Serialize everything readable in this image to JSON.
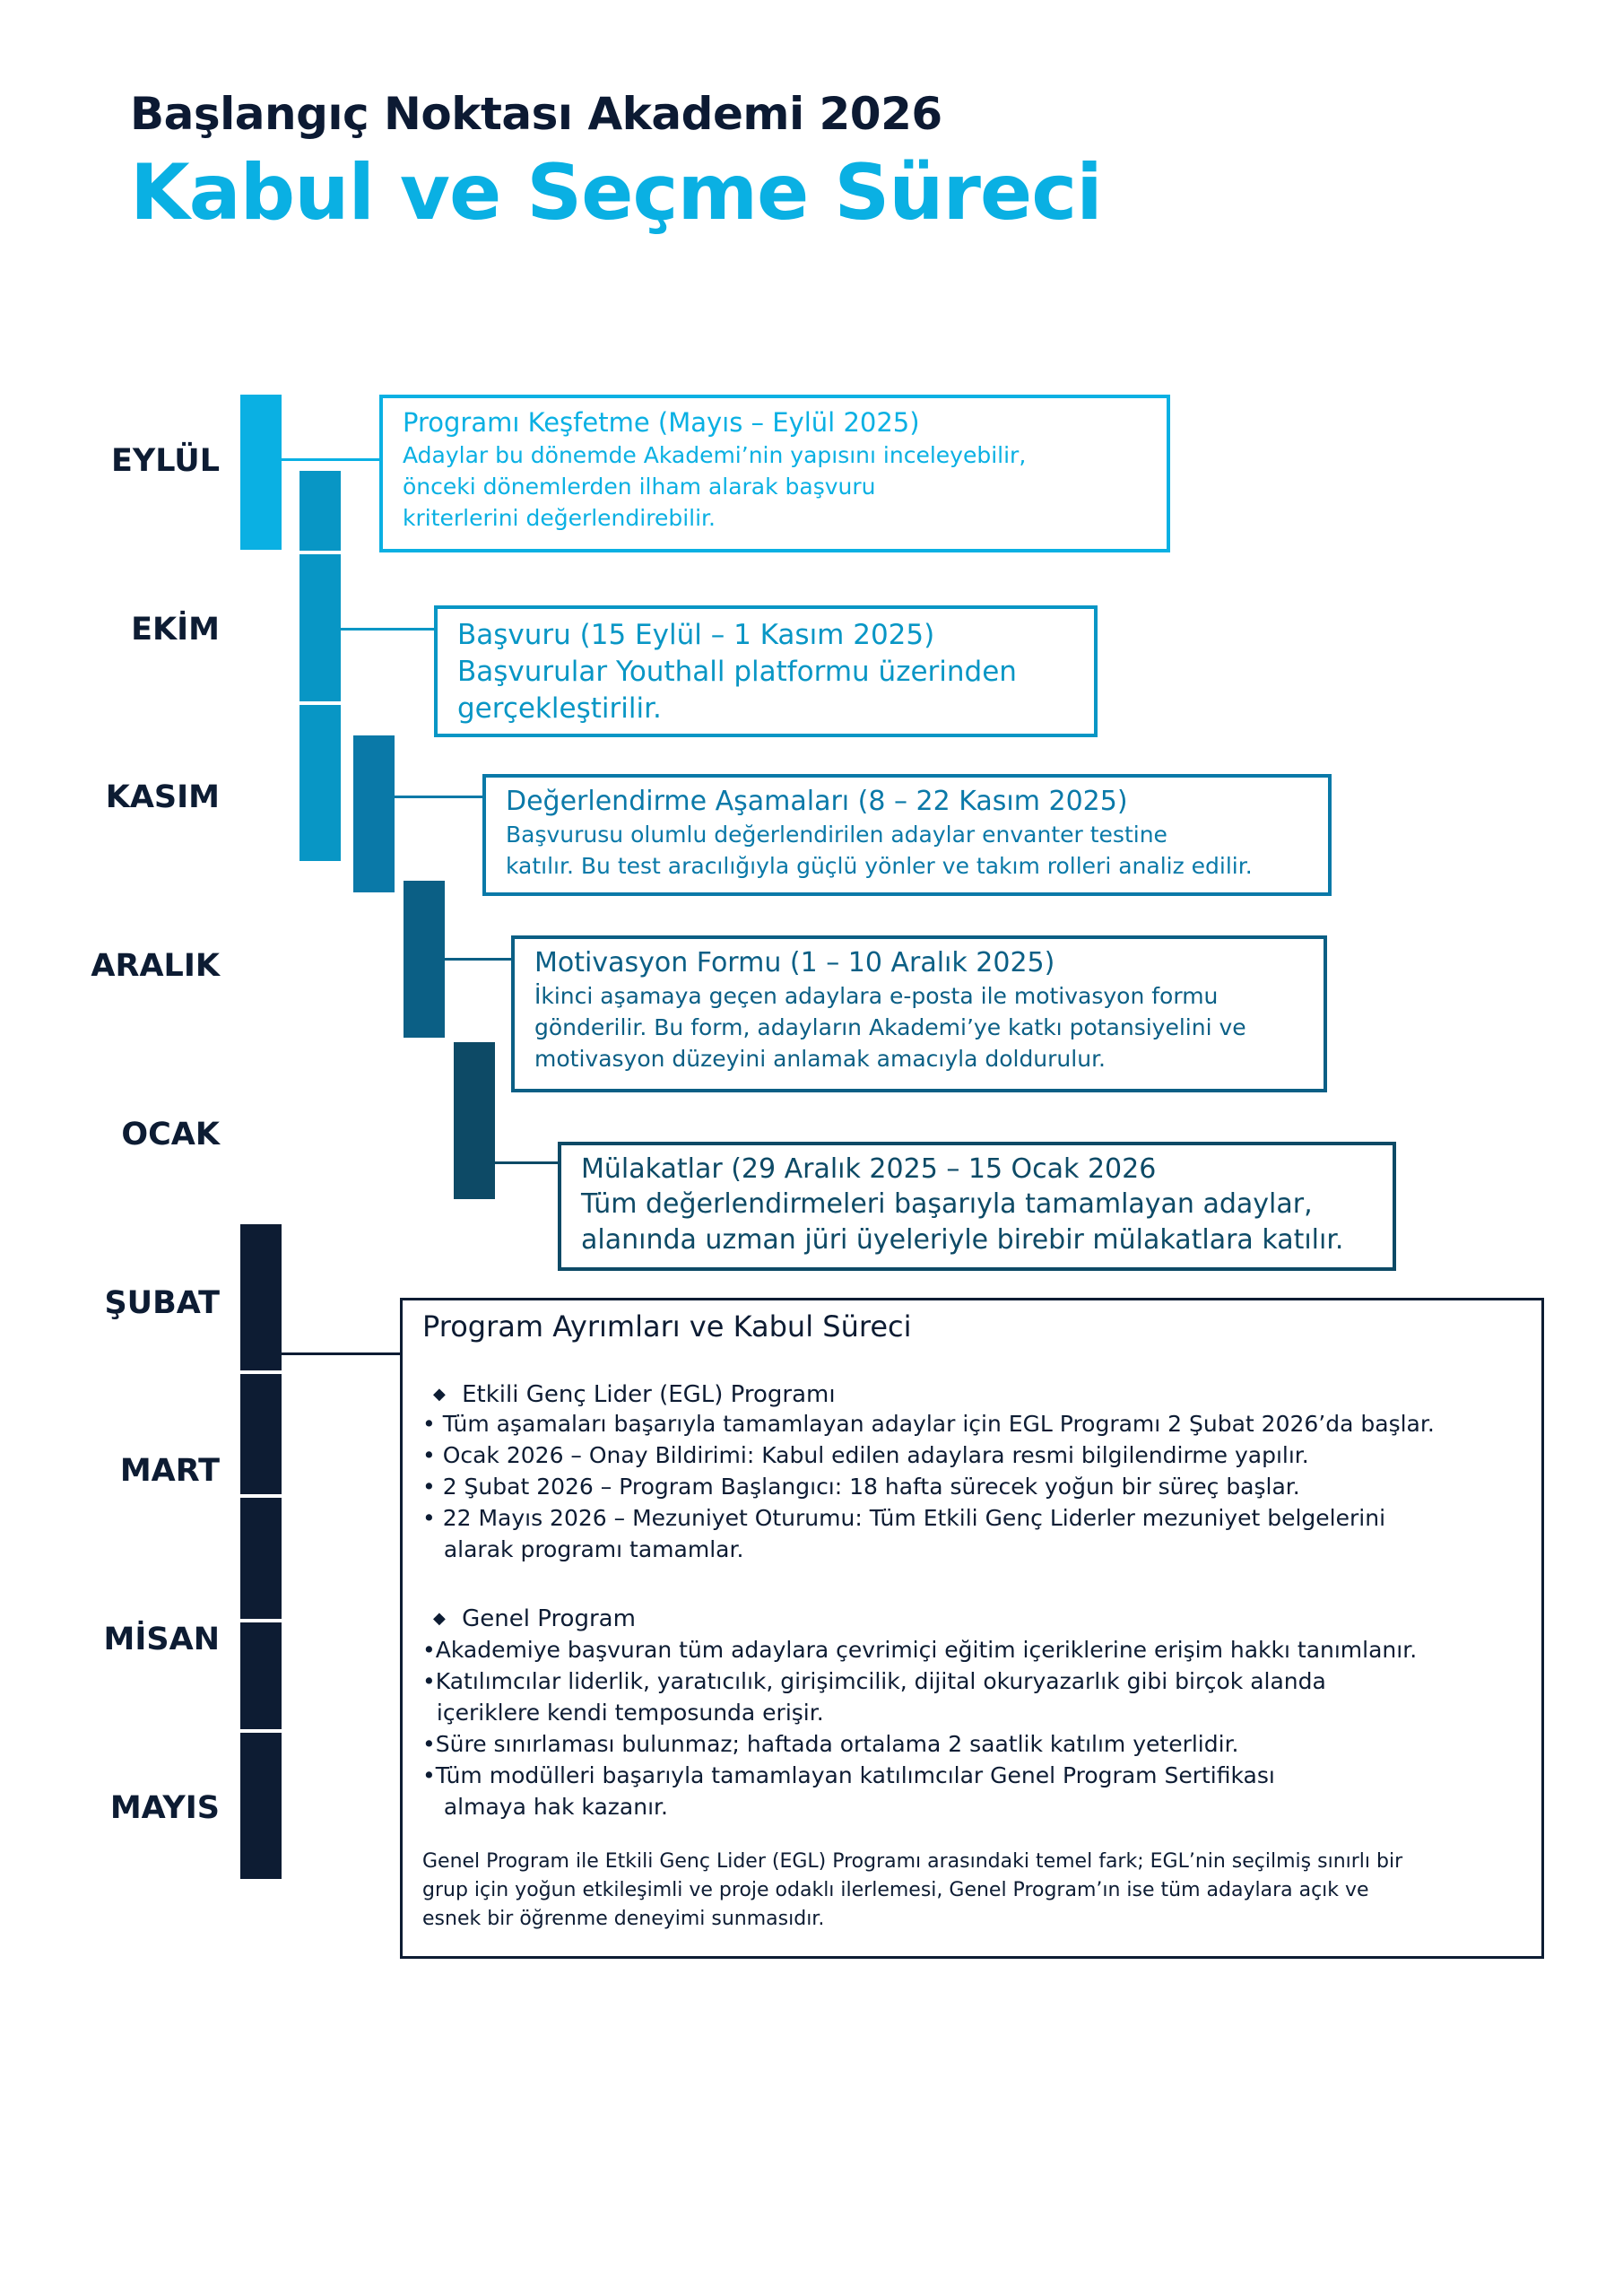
{
  "header": {
    "subtitle": "Başlangıç Noktası Akademi 2026",
    "title": "Kabul ve Seçme Süreci"
  },
  "months": [
    "EYLÜL",
    "EKİM",
    "KASIM",
    "ARALIK",
    "OCAK",
    "ŞUBAT",
    "MART",
    "MİSAN",
    "MAYIS"
  ],
  "colors": {
    "c1": "#0ab0e3",
    "c2": "#0896c5",
    "c3": "#0a79a8",
    "c4": "#0b5f85",
    "c5": "#0d4a66",
    "c6": "#0d1c33"
  },
  "stages": [
    {
      "title": "Programı Keşfetme (Mayıs – Eylül 2025)",
      "body": [
        "Adaylar bu dönemde Akademi’nin yapısını inceleyebilir,",
        "önceki dönemlerden ilham alarak başvuru",
        "kriterlerini değerlendirebilir."
      ]
    },
    {
      "title": "Başvuru (15 Eylül – 1 Kasım 2025)",
      "body": [
        "Başvurular Youthall platformu üzerinden",
        "gerçekleştirilir."
      ]
    },
    {
      "title": "Değerlendirme Aşamaları (8 – 22 Kasım 2025)",
      "body": [
        "Başvurusu olumlu değerlendirilen adaylar envanter testine",
        "katılır. Bu test aracılığıyla güçlü yönler ve takım rolleri analiz edilir."
      ]
    },
    {
      "title": "Motivasyon Formu (1 – 10 Aralık 2025)",
      "body": [
        "İkinci aşamaya geçen adaylara e-posta ile motivasyon formu",
        "gönderilir. Bu form, adayların Akademi’ye katkı potansiyelini ve",
        "motivasyon düzeyini anlamak amacıyla doldurulur."
      ]
    },
    {
      "title": "Mülakatlar (29 Aralık 2025 – 15 Ocak 2026",
      "body": [
        "Tüm değerlendirmeleri başarıyla tamamlayan adaylar,",
        "alanında uzman jüri üyeleriyle birebir mülakatlara katılır."
      ]
    }
  ],
  "final": {
    "title": "Program Ayrımları ve Kabul Süreci",
    "egl_heading": "Etkili Genç Lider (EGL) Programı",
    "egl_items": [
      "• Tüm aşamaları başarıyla tamamlayan adaylar için EGL Programı 2 Şubat 2026’da başlar.",
      "• Ocak 2026 – Onay Bildirimi: Kabul edilen adaylara resmi bilgilendirme yapılır.",
      "• 2 Şubat 2026 – Program Başlangıcı: 18 hafta sürecek yoğun bir süreç başlar.",
      "• 22 Mayıs 2026 – Mezuniyet Oturumu: Tüm Etkili Genç Liderler mezuniyet belgelerini",
      "   alarak programı tamamlar."
    ],
    "general_heading": "Genel Program",
    "general_items": [
      "•Akademiye başvuran tüm adaylara çevrimiçi eğitim içeriklerine erişim hakkı tanımlanır.",
      "•Katılımcılar liderlik, yaratıcılık, girişimcilik, dijital okuryazarlık gibi birçok alanda",
      "  içeriklere kendi temposunda erişir.",
      "•Süre sınırlaması bulunmaz; haftada ortalama 2 saatlik katılım yeterlidir.",
      "•Tüm modülleri başarıyla tamamlayan katılımcılar Genel Program Sertifikası",
      "   almaya hak kazanır."
    ],
    "note": [
      "Genel Program ile Etkili Genç Lider (EGL) Programı arasındaki temel fark;  EGL’nin seçilmiş sınırlı bir",
      "grup için yoğun etkileşimli ve proje odaklı ilerlemesi, Genel Program’ın ise tüm adaylara açık ve",
      "esnek bir öğrenme deneyimi sunmasıdır."
    ]
  }
}
